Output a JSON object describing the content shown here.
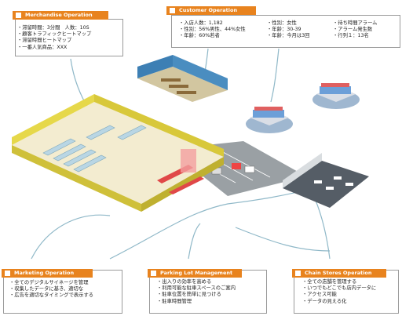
{
  "merchandise": {
    "title": "Merchandise Operation",
    "items": [
      "滞留時間：3分間　人数：10S",
      "顧客トラフィックヒートマップ",
      "滞留時間ヒートマップ",
      "一番人気商品：XXX"
    ]
  },
  "customer": {
    "title": "Customer Operation",
    "col1": [
      "入店人数：1,182",
      "性別：56%男性、44%女性",
      "年齢：60%若者"
    ],
    "col2": [
      "性別：女性",
      "年齢：30-39",
      "年齢：今月は3回"
    ],
    "col3": [
      "待ち時間アラーム",
      "アラーム発生数",
      "行列１：13名"
    ]
  },
  "marketing": {
    "title": "Marketing Operation",
    "items": [
      "全てのデジタルサイネージを管理",
      "収集したデータに基き、適切な",
      "広告を適切なタイミングで表示する"
    ]
  },
  "parking": {
    "title": "Parking Lot Management",
    "items": [
      "出入りの効率を高める",
      "利用可能な駐車スペースのご案内",
      "駐車位置を簡単に見つける",
      "駐車時間管理"
    ]
  },
  "chain": {
    "title": "Chain Stores Operation",
    "items": [
      "全ての店舗を管理する",
      "いつでもどこでも店内データに",
      "アクセス可能",
      "データの見える化"
    ]
  },
  "colors": {
    "accent": "#e8831e",
    "building_wall": "#e6d84a",
    "floor": "#f3ecd0",
    "connector": "#8fb8c8"
  }
}
